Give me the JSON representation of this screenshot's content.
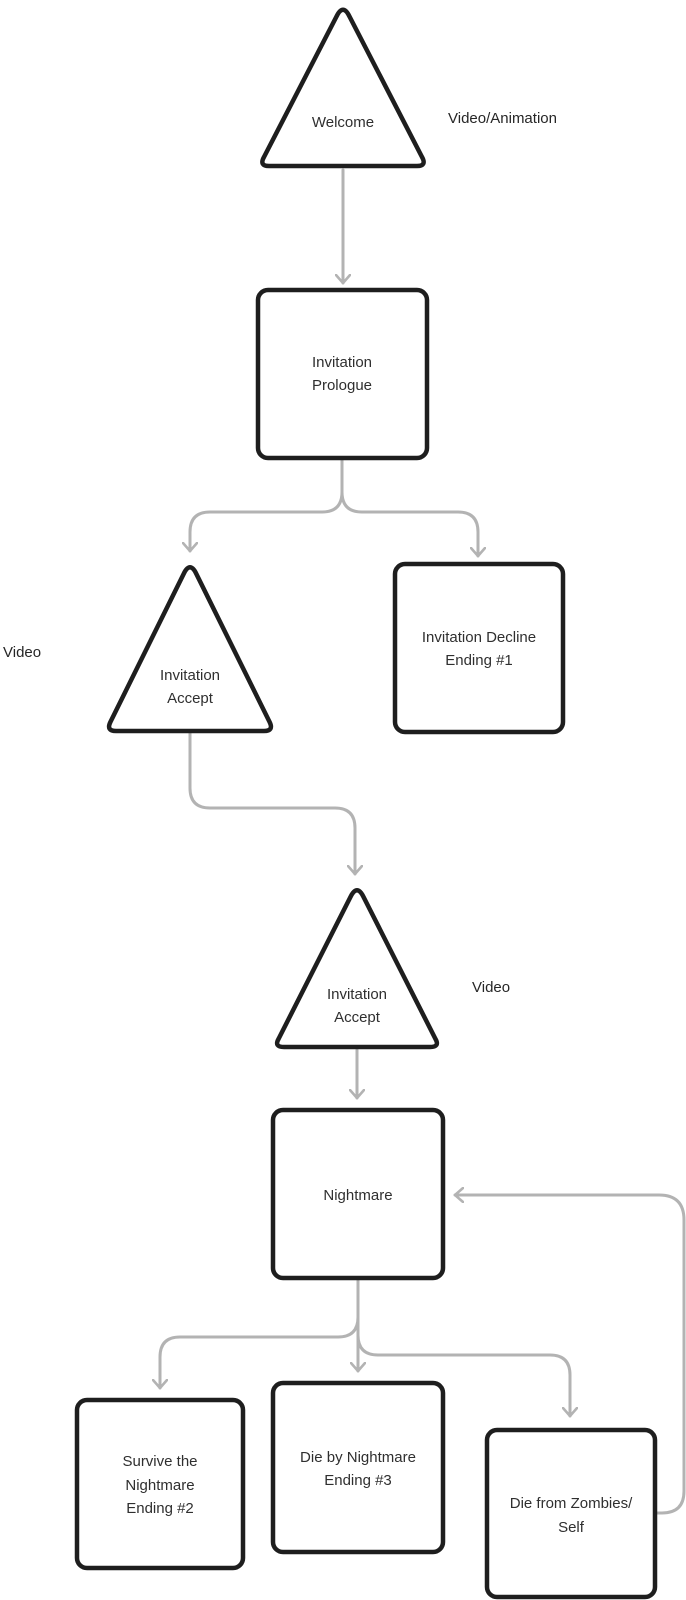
{
  "diagram": {
    "type": "flowchart",
    "colors": {
      "background": "#ffffff",
      "node_stroke": "#1e1e1e",
      "node_fill": "#ffffff",
      "edge": "#b3b3b3",
      "text": "#2f2f2f"
    },
    "nodes": [
      {
        "id": "welcome",
        "shape": "triangle",
        "label": "Welcome",
        "label_lines": [
          "Welcome"
        ]
      },
      {
        "id": "invitation-prologue",
        "shape": "rectangle",
        "label": "Invitation Prologue",
        "label_lines": [
          "Invitation",
          "Prologue"
        ]
      },
      {
        "id": "invitation-accept-1",
        "shape": "triangle",
        "label": "Invitation Accept",
        "label_lines": [
          "Invitation",
          "Accept"
        ]
      },
      {
        "id": "invitation-decline",
        "shape": "rectangle",
        "label": "Invitation Decline Ending #1",
        "label_lines": [
          "Invitation Decline",
          "Ending #1"
        ]
      },
      {
        "id": "invitation-accept-2",
        "shape": "triangle",
        "label": "Invitation Accept",
        "label_lines": [
          "Invitation",
          "Accept"
        ]
      },
      {
        "id": "nightmare",
        "shape": "rectangle",
        "label": "Nightmare",
        "label_lines": [
          "Nightmare"
        ]
      },
      {
        "id": "survive-nightmare",
        "shape": "rectangle",
        "label": "Survive the Nightmare Ending #2",
        "label_lines": [
          "Survive the",
          "Nightmare",
          "Ending #2"
        ]
      },
      {
        "id": "die-by-nightmare",
        "shape": "rectangle",
        "label": "Die by Nightmare Ending #3",
        "label_lines": [
          "Die by Nightmare",
          "Ending #3"
        ]
      },
      {
        "id": "die-from-zombies",
        "shape": "rectangle",
        "label": "Die from Zombies/Self",
        "label_lines": [
          "Die from Zombies/",
          "Self"
        ]
      }
    ],
    "annotations": [
      {
        "id": "video-animation",
        "text": "Video/Animation"
      },
      {
        "id": "video-left",
        "text": "Video"
      },
      {
        "id": "video-right",
        "text": "Video"
      }
    ],
    "edges": [
      {
        "from": "welcome",
        "to": "invitation-prologue"
      },
      {
        "from": "invitation-prologue",
        "to": "invitation-accept-1"
      },
      {
        "from": "invitation-prologue",
        "to": "invitation-decline"
      },
      {
        "from": "invitation-accept-1",
        "to": "invitation-accept-2"
      },
      {
        "from": "invitation-accept-2",
        "to": "nightmare"
      },
      {
        "from": "nightmare",
        "to": "survive-nightmare"
      },
      {
        "from": "nightmare",
        "to": "die-by-nightmare"
      },
      {
        "from": "nightmare",
        "to": "die-from-zombies"
      },
      {
        "from": "die-from-zombies",
        "to": "nightmare"
      }
    ]
  }
}
